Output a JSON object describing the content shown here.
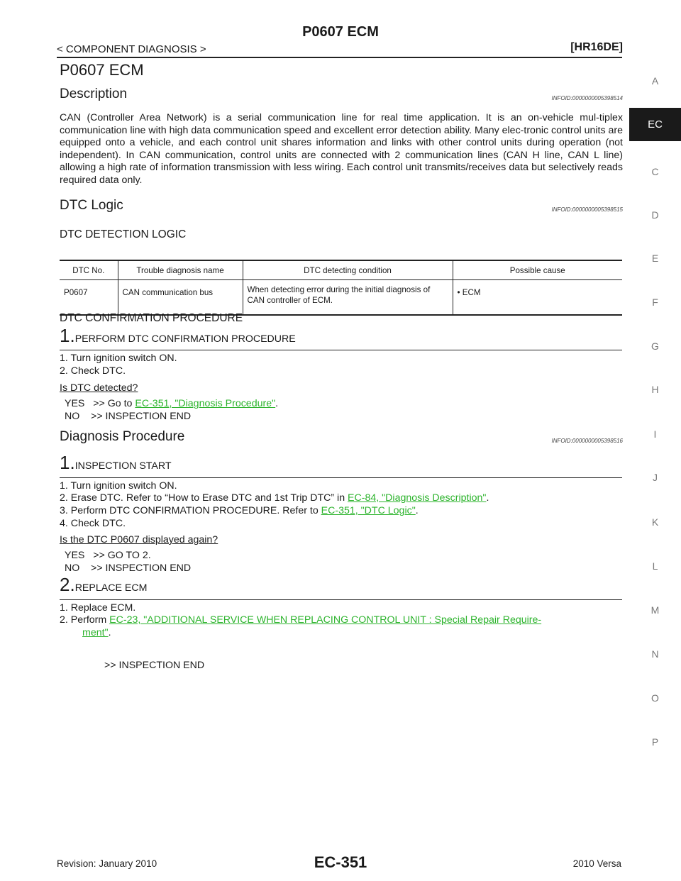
{
  "header": {
    "title": "P0607 ECM",
    "section": "< COMPONENT DIAGNOSIS >",
    "engine": "[HR16DE]"
  },
  "side_index": {
    "letters": [
      "A",
      "EC",
      "C",
      "D",
      "E",
      "F",
      "G",
      "H",
      "I",
      "J",
      "K",
      "L",
      "M",
      "N",
      "O",
      "P"
    ],
    "active": "EC"
  },
  "page_heading": "P0607 ECM",
  "description": {
    "heading": "Description",
    "infoid": "INFOID:0000000005398514",
    "text": "CAN (Controller Area Network) is a serial communication line for real time application. It is an on-vehicle mul-tiplex communication line with high data communication speed and excellent error detection ability. Many elec-tronic control units are equipped onto a vehicle, and each control unit shares information and links with other control units during operation (not independent). In CAN communication, control units are connected with 2 communication lines (CAN H line, CAN L line) allowing a high rate of information transmission with less wiring. Each control unit transmits/receives data but selectively reads required data only."
  },
  "dtc_logic": {
    "heading": "DTC Logic",
    "infoid": "INFOID:0000000005398515",
    "detection_heading": "DTC DETECTION LOGIC",
    "table": {
      "headers": [
        "DTC No.",
        "Trouble diagnosis name",
        "DTC detecting condition",
        "Possible cause"
      ],
      "row": {
        "dtc": "P0607",
        "name": "CAN communication bus",
        "condition": "When detecting error during the initial diagnosis of CAN controller of ECM.",
        "cause": "• ECM"
      }
    },
    "confirmation_heading": "DTC CONFIRMATION PROCEDURE",
    "step1": {
      "num": "1.",
      "title": "PERFORM DTC CONFIRMATION PROCEDURE",
      "items": [
        "1. Turn ignition switch ON.",
        "2. Check DTC."
      ],
      "question": "Is DTC detected?",
      "yes_prefix": "YES   >> Go to ",
      "yes_link": "EC-351, \"Diagnosis Procedure\"",
      "yes_suffix": ".",
      "no": "NO    >> INSPECTION END"
    }
  },
  "diagnosis": {
    "heading": "Diagnosis Procedure",
    "infoid": "INFOID:0000000005398516",
    "step1": {
      "num": "1.",
      "title": "INSPECTION START",
      "item1": "1. Turn ignition switch ON.",
      "item2_prefix": "2. Erase DTC. Refer to “How to Erase DTC and 1st Trip DTC” in ",
      "item2_link": "EC-84, \"Diagnosis Description\"",
      "item2_suffix": ".",
      "item3_prefix": "3. Perform DTC CONFIRMATION PROCEDURE. Refer to ",
      "item3_link": "EC-351, \"DTC Logic\"",
      "item3_suffix": ".",
      "item4": "4. Check DTC.",
      "question": "Is the DTC P0607 displayed again?",
      "yes": "YES   >> GO TO 2.",
      "no": "NO    >> INSPECTION END"
    },
    "step2": {
      "num": "2.",
      "title": "REPLACE ECM",
      "item1": "1. Replace ECM.",
      "item2_prefix": "2. Perform ",
      "item2_link_line1": "EC-23, \"ADDITIONAL SERVICE WHEN REPLACING CONTROL UNIT : Special Repair Require-",
      "item2_link_line2": "ment\"",
      "item2_suffix": ".",
      "end": ">> INSPECTION END"
    }
  },
  "footer": {
    "revision": "Revision: January 2010",
    "page": "EC-351",
    "model": "2010 Versa"
  }
}
